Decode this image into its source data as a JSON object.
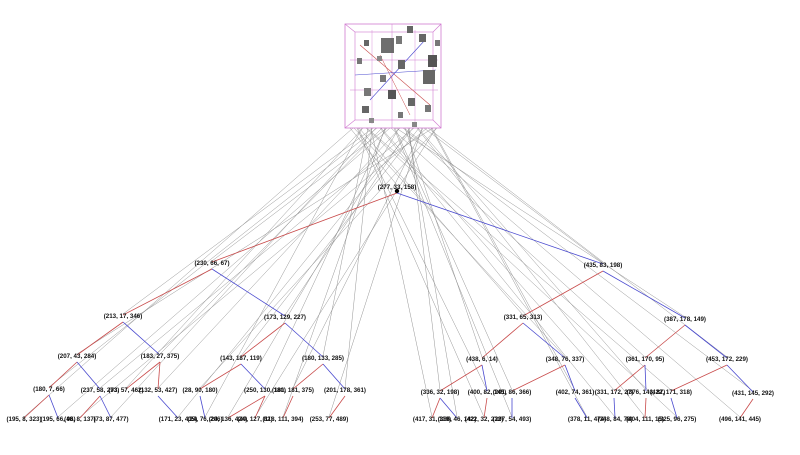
{
  "diagram": {
    "type": "kd-tree",
    "colors": {
      "left_edge": "#c84a4a",
      "right_edge": "#4a4acf",
      "leader": "#8a8a8a",
      "box": "#d07ad0",
      "label": "#111111"
    },
    "root": {
      "label": "(277, 33, 158)"
    },
    "level1": [
      {
        "label": "(230, 66, 67)"
      },
      {
        "label": "(435, 83, 198)"
      }
    ],
    "level2": [
      {
        "label": "(213, 17, 346)"
      },
      {
        "label": "(173, 129, 227)"
      },
      {
        "label": "(331, 65, 313)"
      },
      {
        "label": "(387, 178, 149)"
      }
    ],
    "level3": [
      {
        "label": "(207, 43, 284)"
      },
      {
        "label": "(183, 27, 375)"
      },
      {
        "label": "(143, 187, 119)"
      },
      {
        "label": "(180, 133, 285)"
      },
      {
        "label": "(438, 6, 14)"
      },
      {
        "label": "(348, 76, 337)"
      },
      {
        "label": "(361, 170, 95)"
      },
      {
        "label": "(453, 172, 229)"
      }
    ],
    "level4": [
      {
        "label": "(180, 7, 66)"
      },
      {
        "label": "(237, 58, 293)"
      },
      {
        "label": "(73, 57, 462)"
      },
      {
        "label": "(132, 53, 427)"
      },
      {
        "label": "(28, 90, 180)"
      },
      {
        "label": "(250, 130, 180)"
      },
      {
        "label": "(181, 181, 375)"
      },
      {
        "label": "(201, 178, 361)"
      },
      {
        "label": "(336, 32, 198)"
      },
      {
        "label": "(400, 82, 145)"
      },
      {
        "label": "(201, 86, 366)"
      },
      {
        "label": "(402, 74, 361)"
      },
      {
        "label": "(331, 172, 27)"
      },
      {
        "label": "(376, 143, 87)"
      },
      {
        "label": "(422, 171, 318)"
      },
      {
        "label": "(431, 145, 292)"
      }
    ],
    "level5": [
      {
        "label": "(195, 8, 323)"
      },
      {
        "label": "(195, 66, 96)"
      },
      {
        "label": "(48, 8, 137)"
      },
      {
        "label": "(73, 87, 477)"
      },
      {
        "label": "(171, 23, 435)"
      },
      {
        "label": "(24, 76, 206)"
      },
      {
        "label": "(24, 136, 424)"
      },
      {
        "label": "(40, 127, 82)"
      },
      {
        "label": "(118, 111, 394)"
      },
      {
        "label": "(253, 77, 489)"
      },
      {
        "label": "(417, 31, 119)"
      },
      {
        "label": "(386, 46, 142)"
      },
      {
        "label": "(422, 32, 232)"
      },
      {
        "label": "(297, 54, 493)"
      },
      {
        "label": "(378, 11, 474)"
      },
      {
        "label": "(348, 84, 78)"
      },
      {
        "label": "(404, 111, 15)"
      },
      {
        "label": "(325, 96, 275)"
      },
      {
        "label": "(496, 141, 445)"
      }
    ]
  }
}
